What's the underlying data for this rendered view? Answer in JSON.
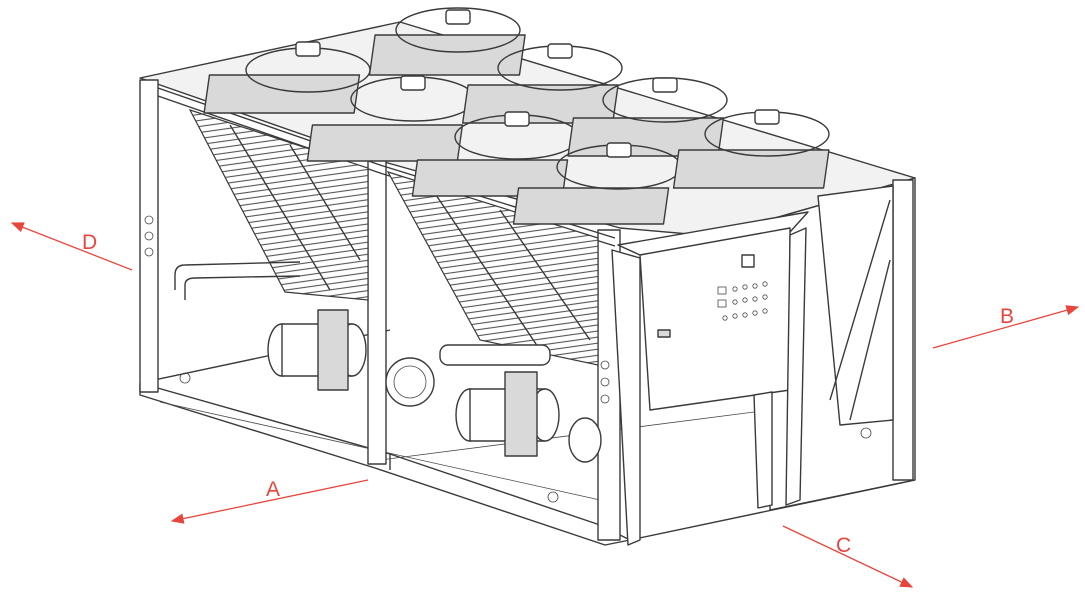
{
  "labels": {
    "a": "A",
    "b": "B",
    "c": "C",
    "d": "D"
  },
  "colors": {
    "arrow": "#e8453c",
    "ink": "#3a3a3a",
    "background": "#ffffff"
  },
  "icons": {
    "fan": "fan-icon",
    "control-panel": "control-panel-icon",
    "compressor": "compressor-icon"
  }
}
